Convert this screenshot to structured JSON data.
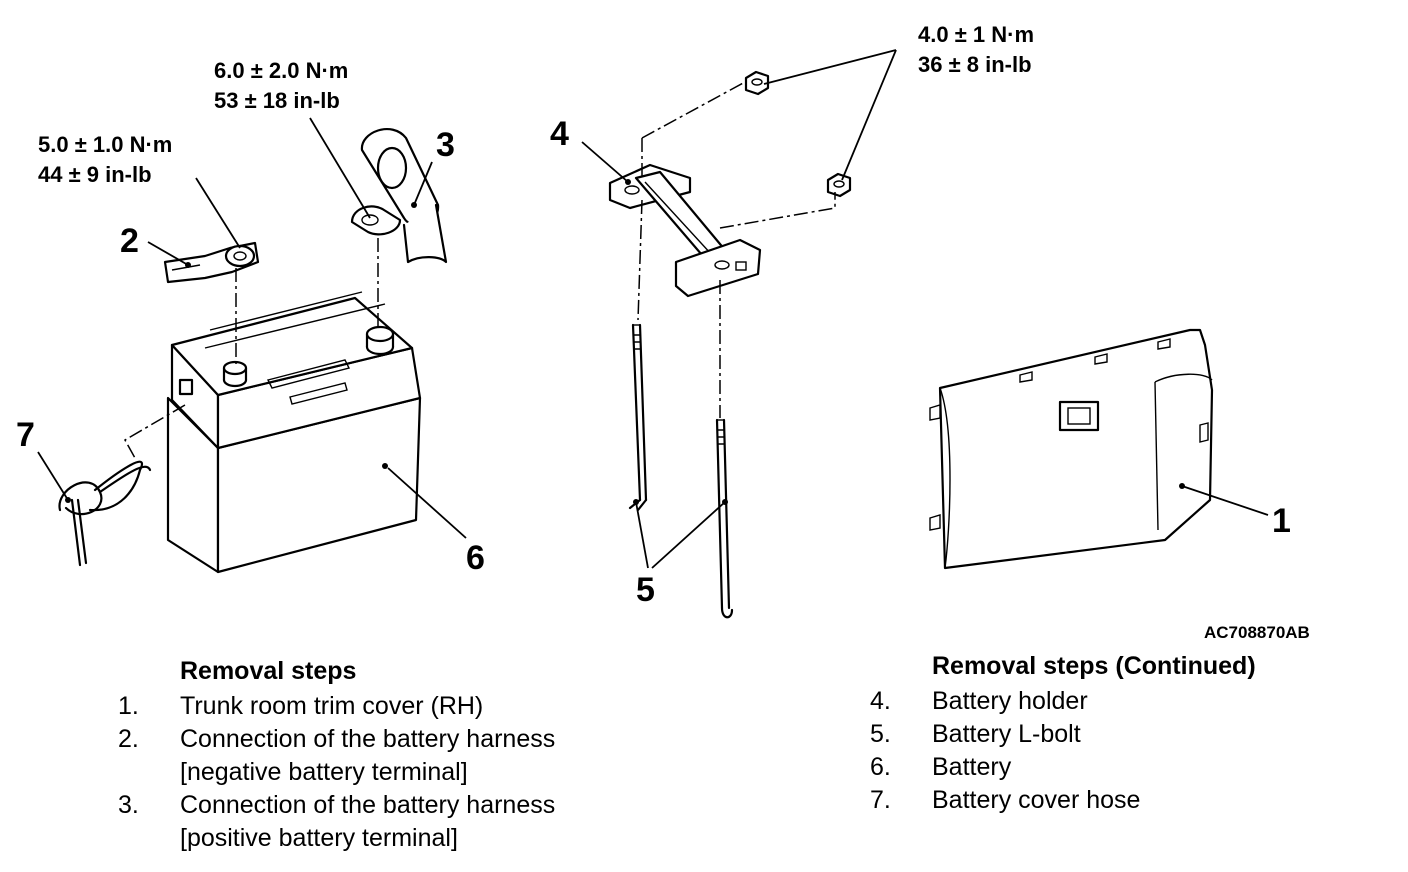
{
  "callouts": {
    "c1": "1",
    "c2": "2",
    "c3": "3",
    "c4": "4",
    "c5": "5",
    "c6": "6",
    "c7": "7"
  },
  "torque": {
    "negative_terminal": {
      "nm": "5.0 ± 1.0 N·m",
      "inlb": "44 ± 9 in-lb"
    },
    "positive_terminal": {
      "nm": "6.0 ± 2.0 N·m",
      "inlb": "53 ± 18 in-lb"
    },
    "holder_nuts": {
      "nm": "4.0 ± 1 N·m",
      "inlb": "36 ± 8 in-lb"
    }
  },
  "figure_code": "AC708870AB",
  "removal_steps": {
    "title": "Removal steps",
    "items": [
      {
        "num": "1.",
        "lines": [
          "Trunk room trim cover (RH)"
        ]
      },
      {
        "num": "2.",
        "lines": [
          "Connection of the battery harness",
          "[negative battery terminal]"
        ]
      },
      {
        "num": "3.",
        "lines": [
          "Connection of the battery harness",
          "[positive battery terminal]"
        ]
      }
    ]
  },
  "removal_steps_continued": {
    "title": "Removal steps (Continued)",
    "items": [
      {
        "num": "4.",
        "lines": [
          "Battery holder"
        ]
      },
      {
        "num": "5.",
        "lines": [
          "Battery L-bolt"
        ]
      },
      {
        "num": "6.",
        "lines": [
          "Battery"
        ]
      },
      {
        "num": "7.",
        "lines": [
          "Battery cover hose"
        ]
      }
    ]
  }
}
